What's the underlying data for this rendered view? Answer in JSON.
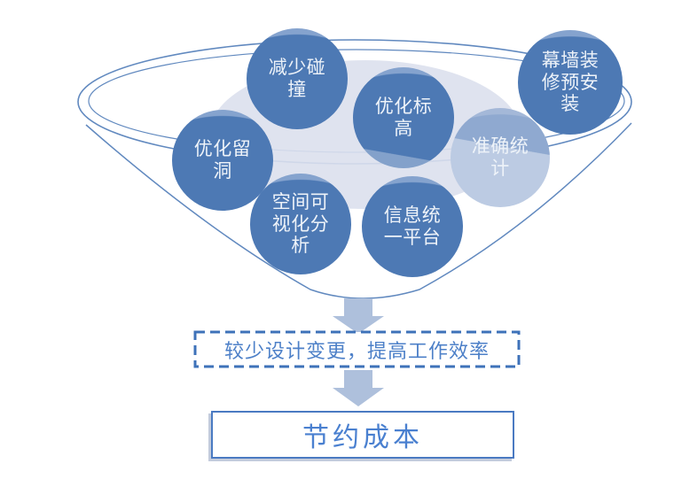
{
  "diagram_title": "BIM benefit funnel diagram",
  "funnel": {
    "items": [
      {
        "label": "减少碰撞",
        "variant": "dark"
      },
      {
        "label": "优化标高",
        "variant": "dark-split"
      },
      {
        "label": "幕墙装修预安装",
        "variant": "dark"
      },
      {
        "label": "优化留洞",
        "variant": "dark"
      },
      {
        "label": "准确统计",
        "variant": "light"
      },
      {
        "label": "空间可视化分析",
        "variant": "dark"
      },
      {
        "label": "信息统一平台",
        "variant": "dark"
      }
    ]
  },
  "flow": {
    "intermediate_label": "较少设计变更，提高工作效率",
    "result_label": "节约成本"
  },
  "colors": {
    "circle_dark": "#4d79b4",
    "circle_dark_highlight": "#85a3ce",
    "circle_dark_lighter_section": "#7e9cc8",
    "circle_light_top": "#8fa9d0",
    "circle_light_bottom": "#b5c8e2",
    "funnel_outline": "#6189bf",
    "funnel_inner_ellipse_fill": "#dbe0ed",
    "arrow_fill": "#aec0dc",
    "dashed_box_border": "#3e72b9",
    "dashed_box_text": "#4d80c8",
    "result_box_border": "#4a7ac2",
    "result_box_text": "#4a80d0",
    "circle_text": "#eef3f9",
    "background": "#ffffff"
  }
}
